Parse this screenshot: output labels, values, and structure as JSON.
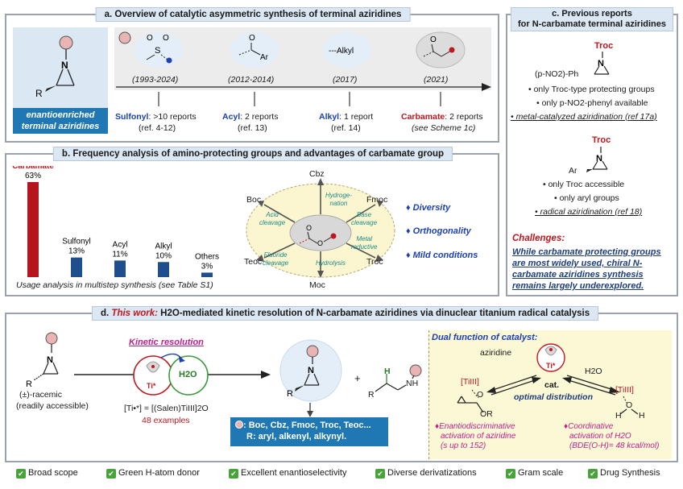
{
  "panel_a": {
    "title": "a. Overview of catalytic asymmetric synthesis of terminal aziridines",
    "product_label_1": "enantioenriched",
    "product_label_2": "terminal aziridines",
    "atom_N": "N",
    "atom_R": "R",
    "timeline": [
      {
        "years": "(1993-2024)",
        "name": "Sulfonyl",
        "count": ": >10 reports",
        "ref": "(ref. 4-12)",
        "struct_s": "S",
        "struct_o1": "O",
        "struct_o2": "O"
      },
      {
        "years": "(2012-2014)",
        "name": "Acyl",
        "count": ": 2 reports",
        "ref": "(ref. 13)",
        "struct_o": "O",
        "struct_ar": "Ar"
      },
      {
        "years": "(2017)",
        "name": "Alkyl",
        "count": ": 1 report",
        "ref": "(ref. 14)",
        "struct_text": "---Alkyl"
      },
      {
        "years": "(2021)",
        "name": "Carbamate",
        "count": ": 2 reports",
        "ref": "(see Scheme 1c)",
        "struct_o": "O"
      }
    ]
  },
  "panel_b": {
    "title": "b. Frequency analysis of amino-protecting groups and advantages of carbamate group",
    "caption": "Usage analysis in multistep synthesis (see Table S1)",
    "groups": {
      "top": "Cbz",
      "upper_left": "Boc",
      "upper_right": "Fmoc",
      "lower_left": "Teoc",
      "lower_right": "Troc",
      "bottom": "Moc"
    },
    "conditions": {
      "hydrogenation": "Hydroge-\nnation",
      "acid": "Acid\ncleavage",
      "base": "Base\ncleavage",
      "metal": "Metal\nreductive",
      "fluoride": "Fluoride\ncleavage",
      "hydrolysis": "Hydrolysis"
    },
    "center_o1": "O",
    "center_o2": "O",
    "advantages": [
      "Diversity",
      "Orthogonality",
      "Mild conditions"
    ]
  },
  "chart_data": {
    "type": "bar",
    "categories": [
      "Carbamate",
      "Sulfonyl",
      "Acyl",
      "Alkyl",
      "Others"
    ],
    "values": [
      63,
      13,
      11,
      10,
      3
    ],
    "value_labels": [
      "63%",
      "13%",
      "11%",
      "10%",
      "3%"
    ],
    "colors": [
      "#b3161c",
      "#1f4e8c",
      "#1f4e8c",
      "#1f4e8c",
      "#1f4e8c"
    ],
    "ylim": [
      0,
      63
    ]
  },
  "panel_c": {
    "title_1": "c. Previous reports",
    "title_2": "for N-carbamate terminal aziridines",
    "s1_troc": "Troc",
    "s1_n": "N",
    "s1_sub": "(p-NO2)-Ph",
    "s1_points": [
      "only Troc-type protecting groups",
      "only p-NO2-phenyl available",
      "metal-catalyzed aziridination (ref 17a)"
    ],
    "s2_troc": "Troc",
    "s2_n": "N",
    "s2_sub": "Ar",
    "s2_points": [
      "only Troc accessible",
      "only aryl groups",
      "radical aziridination (ref 18)"
    ],
    "challenges_title": "Challenges:",
    "challenges_text": "While carbamate protecting groups are most widely used, chiral N-carbamate aziridines synthesis remains largely underexplored."
  },
  "panel_d": {
    "title_prefix": "d. ",
    "title_highlight": "This work:",
    "title_rest": " H2O-mediated kinetic resolution of N-carbamate aziridines via dinuclear titanium radical catalysis",
    "kinetic_label": "Kinetic resolution",
    "ti_label": "Ti*",
    "h2o_label": "H2O",
    "catalyst_formula": "[Ti•*] = [(Salen)TiIII]2O",
    "examples": "48 examples",
    "racemic_1": "(±)-racemic",
    "racemic_2": "(readily accessible)",
    "atom_N": "N",
    "atom_R": "R",
    "atom_H": "H",
    "atom_NH": "NH",
    "plus": "+",
    "scope_1": ": Boc, Cbz, Fmoc, Troc, Teoc...",
    "scope_2": "R: aryl, alkenyl, alkynyl.",
    "dual_title": "Dual function of catalyst:",
    "aziridine_label": "aziridine",
    "h2o_right": "H2O",
    "cat_label": "cat.",
    "optimal": "optimal distribution",
    "ti_iii": "[TiIII]",
    "or_label": "OR",
    "o_label": "O",
    "h_label": "H",
    "left_desc": [
      "Enantiodiscriminative",
      "activation of aziridine",
      "(s up to 152)"
    ],
    "right_desc": [
      "Coordinative",
      "activation of H2O",
      "(BDE(O-H)= 48 kcal/mol)"
    ]
  },
  "features": [
    "Broad scope",
    "Green H-atom donor",
    "Excellent enantioselectivity",
    "Diverse derivatizations",
    "Gram scale",
    "Drug Synthesis"
  ]
}
